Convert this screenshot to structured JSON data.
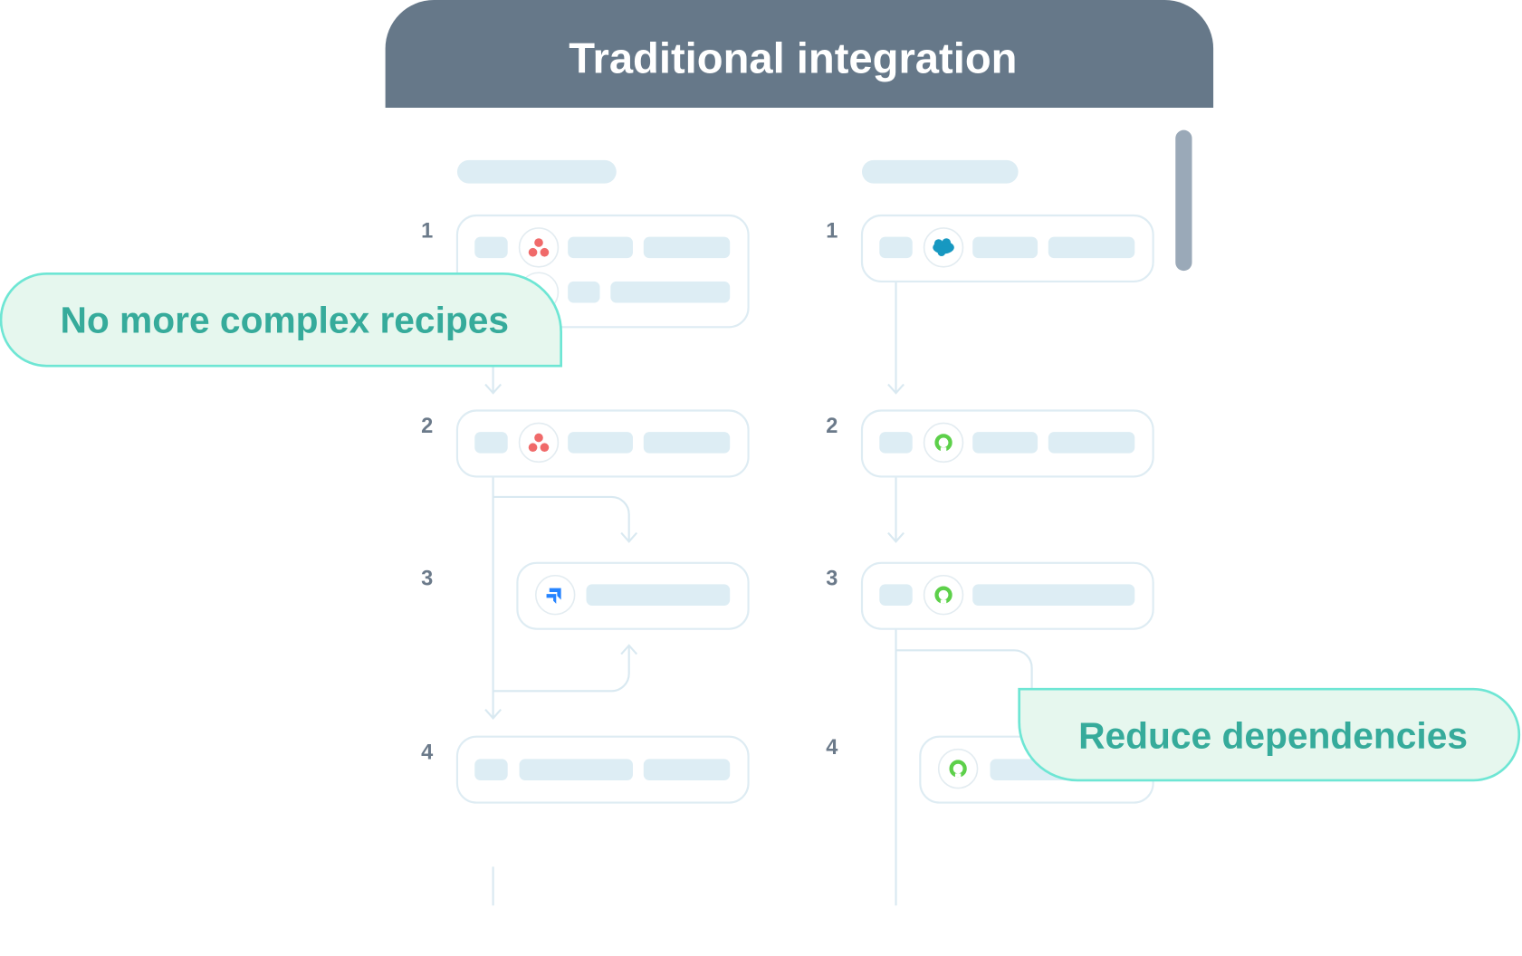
{
  "header": {
    "title": "Traditional integration"
  },
  "callouts": {
    "left": "No more complex recipes",
    "right": "Reduce dependencies"
  },
  "left_column": {
    "steps": [
      "1",
      "2",
      "3",
      "4"
    ]
  },
  "right_column": {
    "steps": [
      "1",
      "2",
      "3",
      "4"
    ]
  },
  "colors": {
    "header": "#667889",
    "callout_fill": "#e6f7ee",
    "callout_border": "#6ee6d4",
    "callout_text": "#36ab9b",
    "placeholder": "#ddedf4"
  },
  "icons": {
    "asana": "asana-icon",
    "salesforce": "salesforce-icon",
    "jira": "jira-icon",
    "green_ring": "green-ring-icon"
  }
}
